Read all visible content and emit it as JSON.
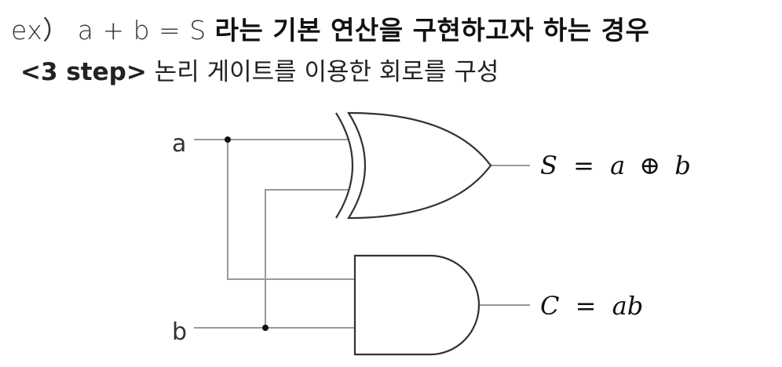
{
  "heading": {
    "prefix": "ex）",
    "expression": "a + b  = S",
    "text": "라는 기본 연산을 구현하고자 하는 경우"
  },
  "subheading": {
    "step": "<3 step>",
    "text": "논리 게이트를 이용한 회로를 구성"
  },
  "diagram": {
    "input_a": "a",
    "input_b": "b",
    "sum_output": {
      "var": "S",
      "eq": "=",
      "lhs": "a",
      "op": "⊕",
      "rhs": "b"
    },
    "carry_output": {
      "var": "C",
      "eq": "=",
      "expr": "ab"
    },
    "line_color": "#999999",
    "gate_color": "#333333"
  }
}
